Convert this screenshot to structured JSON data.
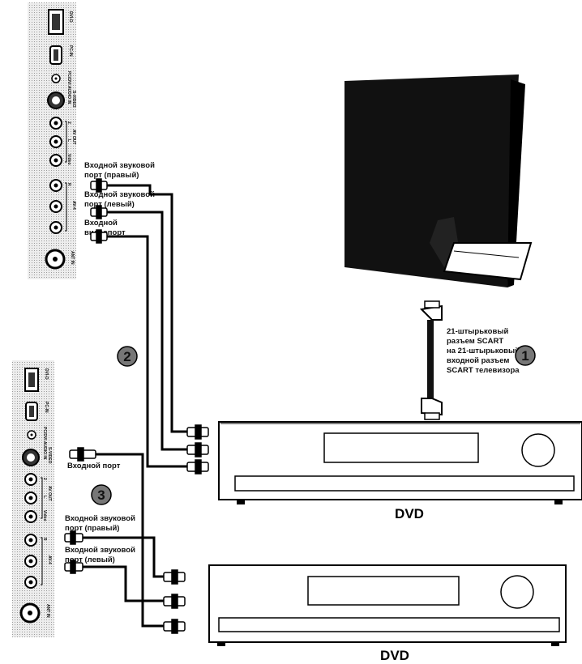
{
  "top_panel": {
    "ports": [
      {
        "label": "DVI-D"
      },
      {
        "label": "PC-IN"
      },
      {
        "label": "PC/DVI AUDIO IN"
      },
      {
        "label": "S-VIDEO"
      },
      {
        "label": "2"
      },
      {
        "label": "AV OUT"
      },
      {
        "label": "L"
      },
      {
        "label": "Video"
      },
      {
        "label": "R"
      },
      {
        "label": "AV-4"
      },
      {
        "label": "ANT IN"
      }
    ]
  },
  "bottom_panel": {
    "ports": [
      {
        "label": "DVI-D"
      },
      {
        "label": "PC-IN"
      },
      {
        "label": "PC/DVI AUDIO IN"
      },
      {
        "label": "S-VIDEO"
      },
      {
        "label": "2"
      },
      {
        "label": "AV OUT"
      },
      {
        "label": "L"
      },
      {
        "label": "Video"
      },
      {
        "label": "R"
      },
      {
        "label": "AV-4"
      },
      {
        "label": "ANT IN"
      }
    ]
  },
  "labels": {
    "audio_right_top": [
      "Входной звуковой",
      "порт (правый)"
    ],
    "audio_left_top": [
      "Входной звуковой",
      "порт (левый)"
    ],
    "video_top": [
      "Входной",
      "видеопорт"
    ],
    "scart": [
      "21-штырьковый",
      "разъем SCART",
      "на 21-штырьковый",
      "входной разъем",
      "SCART телевизора"
    ],
    "input_port_bottom": [
      "Входной порт"
    ],
    "audio_right_bottom": [
      "Входной звуковой",
      "порт (правый)"
    ],
    "audio_left_bottom": [
      "Входной звуковой",
      "порт (левый)"
    ]
  },
  "steps": {
    "one": "1",
    "two": "2",
    "three": "3"
  },
  "devices": {
    "dvd_top": "DVD",
    "dvd_bottom": "DVD"
  }
}
